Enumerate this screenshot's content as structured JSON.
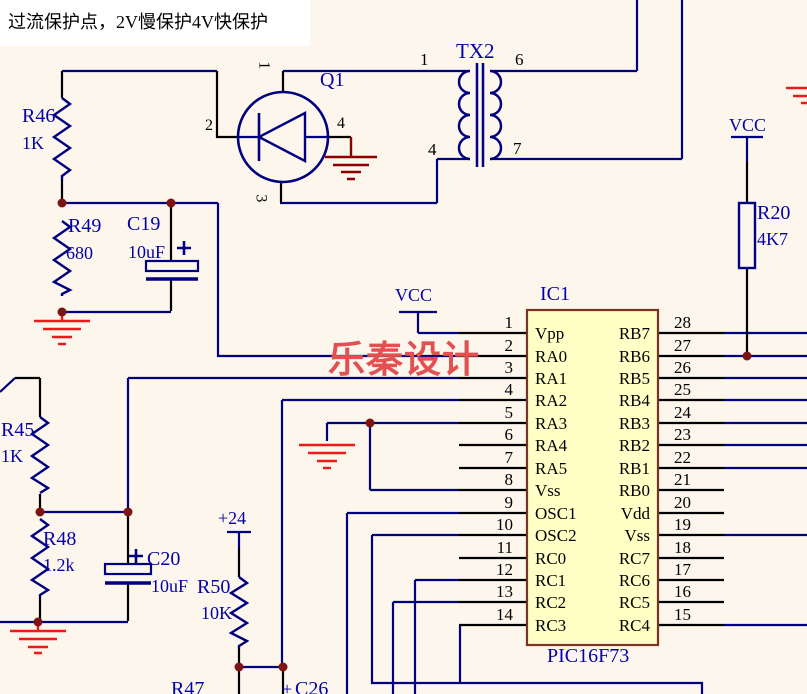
{
  "note": {
    "text": "过流保护点，2V慢保护4V快保护"
  },
  "watermark": {
    "text": "乐秦设计"
  },
  "power": {
    "vcc_left": "VCC",
    "vcc_right": "VCC",
    "p24": "+24"
  },
  "colors": {
    "background": "#FCF6EC",
    "wire": "#000080",
    "label_blue": "#0202A8",
    "ground_red": "#EE1A1A",
    "ground_dark_red": "#8B0000",
    "junction": "#7C1414",
    "ic_fill": "#FFFFC6",
    "ic_border": "#7B3222",
    "watermark_red": "#E25050"
  },
  "components": {
    "q1": {
      "ref": "Q1",
      "pins": {
        "p1": "1",
        "p2": "2",
        "p3": "3",
        "p4": "4"
      }
    },
    "tx2": {
      "ref": "TX2",
      "pins": {
        "p1": "1",
        "p4": "4",
        "p6": "6",
        "p7": "7"
      }
    },
    "r46": {
      "ref": "R46",
      "value": "1K"
    },
    "r49": {
      "ref": "R49",
      "value": "680"
    },
    "c19": {
      "ref": "C19",
      "value": "10uF",
      "plus": "+"
    },
    "r45": {
      "ref": "R45",
      "value": "1K"
    },
    "r48": {
      "ref": "R48",
      "value": "1.2k"
    },
    "c20": {
      "ref": "C20",
      "value": "10uF",
      "plus": "+"
    },
    "r50": {
      "ref": "R50",
      "value": "10K"
    },
    "r47": {
      "ref": "R47"
    },
    "c26": {
      "ref": "C26",
      "plus": "+"
    },
    "r20": {
      "ref": "R20",
      "value": "4K7"
    },
    "ic1": {
      "ref": "IC1",
      "part": "PIC16F73",
      "left_pins": [
        {
          "num": "1",
          "name": "Vpp"
        },
        {
          "num": "2",
          "name": "RA0"
        },
        {
          "num": "3",
          "name": "RA1"
        },
        {
          "num": "4",
          "name": "RA2"
        },
        {
          "num": "5",
          "name": "RA3"
        },
        {
          "num": "6",
          "name": "RA4"
        },
        {
          "num": "7",
          "name": "RA5"
        },
        {
          "num": "8",
          "name": "Vss"
        },
        {
          "num": "9",
          "name": "OSC1"
        },
        {
          "num": "10",
          "name": "OSC2"
        },
        {
          "num": "11",
          "name": "RC0"
        },
        {
          "num": "12",
          "name": "RC1"
        },
        {
          "num": "13",
          "name": "RC2"
        },
        {
          "num": "14",
          "name": "RC3"
        }
      ],
      "right_pins": [
        {
          "num": "28",
          "name": "RB7"
        },
        {
          "num": "27",
          "name": "RB6"
        },
        {
          "num": "26",
          "name": "RB5"
        },
        {
          "num": "25",
          "name": "RB4"
        },
        {
          "num": "24",
          "name": "RB3"
        },
        {
          "num": "23",
          "name": "RB2"
        },
        {
          "num": "22",
          "name": "RB1"
        },
        {
          "num": "21",
          "name": "RB0"
        },
        {
          "num": "20",
          "name": "Vdd"
        },
        {
          "num": "19",
          "name": "Vss"
        },
        {
          "num": "18",
          "name": "RC7"
        },
        {
          "num": "17",
          "name": "RC6"
        },
        {
          "num": "16",
          "name": "RC5"
        },
        {
          "num": "15",
          "name": "RC4"
        }
      ]
    }
  }
}
